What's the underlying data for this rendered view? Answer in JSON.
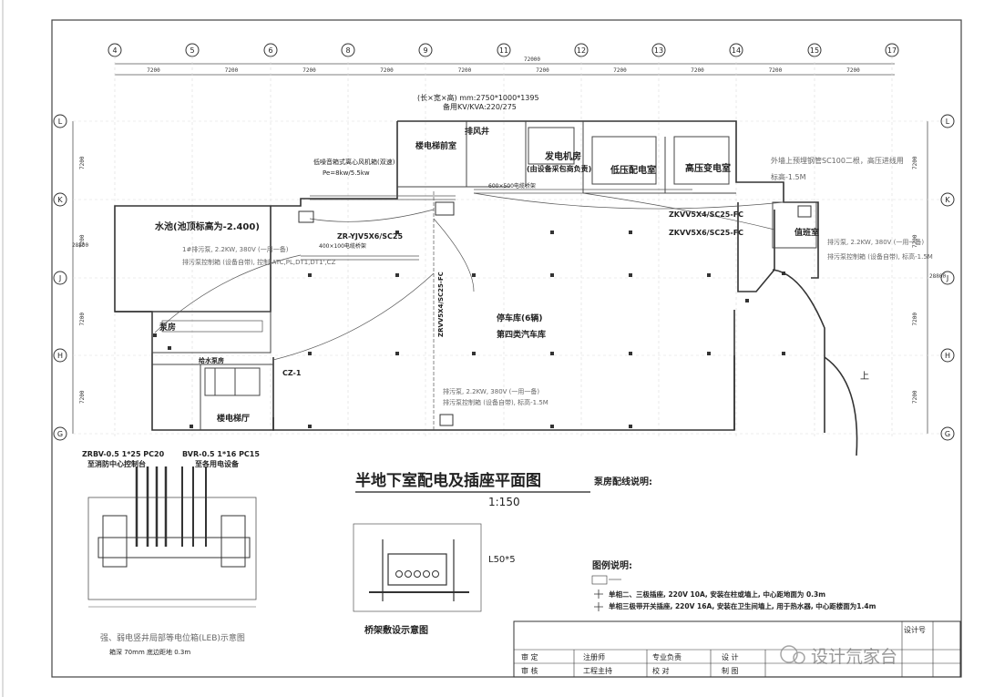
{
  "axes": {
    "top": [
      "4",
      "5",
      "6",
      "8",
      "9",
      "11",
      "12",
      "13",
      "14",
      "15",
      "17"
    ],
    "spacing": "7200",
    "overall": "72000",
    "rows": [
      "L",
      "K",
      "J",
      "H",
      "G"
    ],
    "row_spacing": "7200",
    "row_overall": "28800"
  },
  "labels": {
    "box_dims": "(长×宽×高) mm:2750*1000*1395",
    "gen_spec": "备用KV/KVA:220/275",
    "fan_well": "排风井",
    "stair_front": "楼电梯前室",
    "gen_room": "发电机房",
    "gen_room_note": "(由设备采包商负责)",
    "lv_room": "低压配电室",
    "hv_room": "高压变电室",
    "ext_pipe": "外墙上预埋钢管SC100二根，高压进线用",
    "elev_note": "标高-1.5M",
    "fan_box": "低噪音箱式离心风机箱(双速)",
    "fan_power": "Pe=8kw/5.5kw",
    "zr_cable": "ZR-YJV5X6/SC25",
    "zkvv1": "ZKVV5X4/SC25-FC",
    "zkvv2": "ZKVV5X6/SC25-FC",
    "water_tank": "水池(池顶标高为-2.400)",
    "pump_note1": "1#排污泵, 2.2KW, 380V (一用一备)",
    "pump_note2": "排污泵控制箱 (设备自带), 控制:ATC,PL,DT1,DT1',CZ",
    "pump_room": "泵房",
    "water_room": "给水泵房",
    "cz": "CZ-1",
    "elev_hall": "楼电梯厅",
    "parking": "停车库(6辆)",
    "garage_class": "第四类汽车库",
    "pump_note3": "排污泵, 2.2KW, 380V (一用一备)",
    "pump_note4": "排污泵控制箱 (设备自带), 标高-1.5M",
    "duty_room": "值班室",
    "up": "上",
    "tray1": "400×100电缆桥架",
    "tray2": "600×500电缆桥架",
    "vert_label": "ZRVV5X4/SC25-FC",
    "title": "半地下室配电及插座平面图",
    "scale": "1:150",
    "notes_title": "泵房配线说明:",
    "legend_title": "图例说明:",
    "legend1": "单相二、三极插座, 220V 10A, 安装在柱或墙上, 中心距地面为 0.3m",
    "legend2": "单相三极带开关插座, 220V 16A, 安装在卫生间墙上, 用于热水器, 中心距楼面为1.4m",
    "detail_cable1": "ZRBV-0.5 1*25 PC20",
    "detail_to1": "至消防中心控制台",
    "detail_cable2": "BVR-0.5 1*16 PC15",
    "detail_to2": "至各用电设备",
    "detail_caption": "强、弱电竖井局部等电位箱(LEB)示意图",
    "detail_sub": "箱深 70mm  底边距地 0.3m",
    "tray_angle": "L50*5",
    "tray_caption": "桥架敷设示意图",
    "tb_r1": [
      "审 定",
      "注册师",
      "专业负责",
      "设 计"
    ],
    "tb_r2": [
      "审 核",
      "工程主持",
      "校 对",
      "制 图"
    ],
    "tb_design_no": "设计号",
    "watermark": "设计氘家台"
  }
}
